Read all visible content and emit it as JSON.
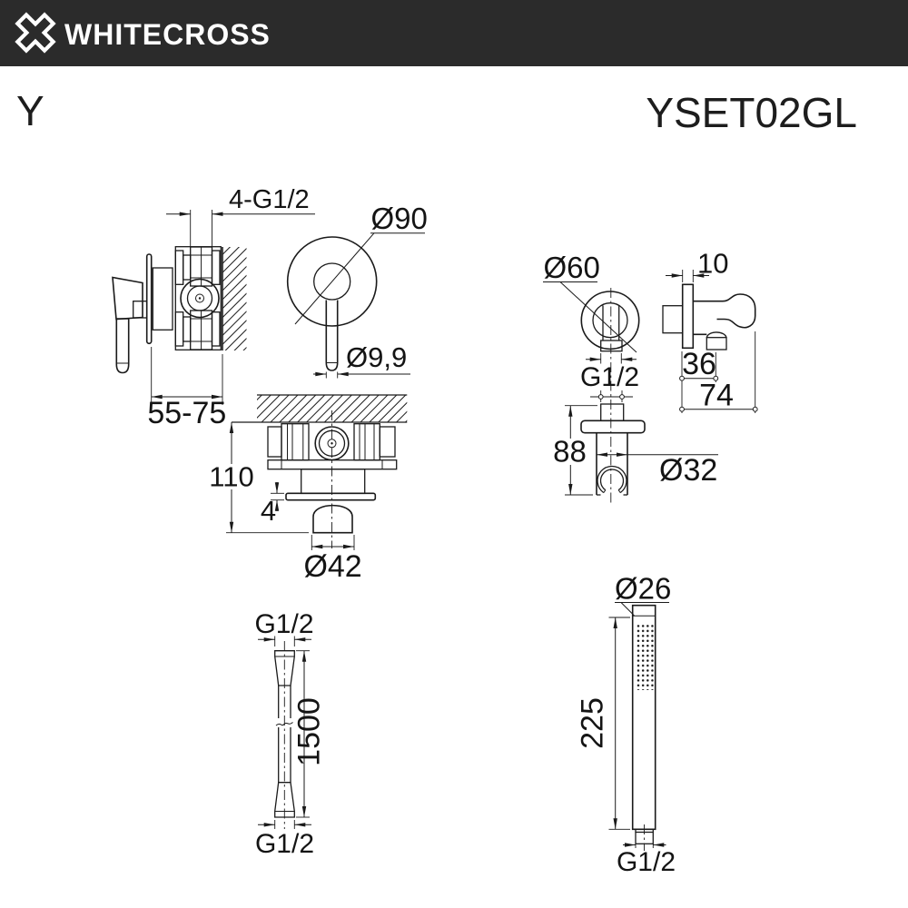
{
  "header": {
    "brand": "WHITECROSS"
  },
  "product": {
    "series": "Y",
    "model": "YSET02GL"
  },
  "colors": {
    "header_bg": "#2b2b2b",
    "line": "#1a1a1a",
    "background": "#ffffff"
  },
  "views": {
    "mixer_side": {
      "dim_connections": "4-G1/2",
      "dim_install_depth": "55-75"
    },
    "mixer_front": {
      "dim_escutcheon": "Ø90",
      "dim_lever_tip": "Ø9,9"
    },
    "mixer_section": {
      "dim_height": "110",
      "dim_gap": "4",
      "dim_knob": "Ø42"
    },
    "outlet_front": {
      "dim_escutcheon": "Ø60",
      "dim_thread": "G1/2"
    },
    "outlet_side": {
      "dim_thickness": "10",
      "dim_offset": "36",
      "dim_depth": "74"
    },
    "holder": {
      "dim_height": "88",
      "dim_ring": "Ø32"
    },
    "hose": {
      "dim_thread_top": "G1/2",
      "dim_length": "1500",
      "dim_thread_bottom": "G1/2"
    },
    "hand_shower": {
      "dim_head": "Ø26",
      "dim_length": "225",
      "dim_thread": "G1/2"
    }
  }
}
